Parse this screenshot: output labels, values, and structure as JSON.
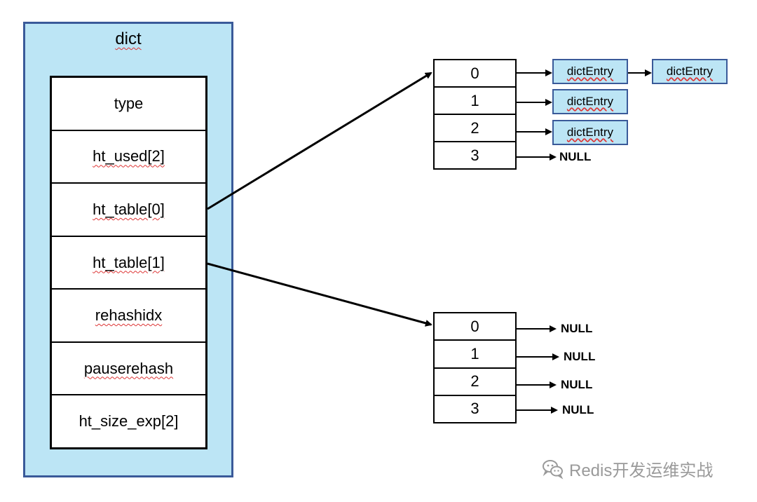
{
  "dict": {
    "title": "dict",
    "fields": [
      {
        "id": "type",
        "label": "type",
        "underline": false
      },
      {
        "id": "ht-used",
        "label": "ht_used[2]",
        "underline": true
      },
      {
        "id": "ht-table-0",
        "label": "ht_table[0]",
        "underline": true
      },
      {
        "id": "ht-table-1",
        "label": "ht_table[1]",
        "underline": true
      },
      {
        "id": "rehashidx",
        "label": "rehashidx",
        "underline": true
      },
      {
        "id": "pauserehash",
        "label": "pauserehash",
        "underline": true
      },
      {
        "id": "ht-size-exp",
        "label": "ht_size_exp[2]",
        "underline": false
      }
    ]
  },
  "ht_table_0": {
    "buckets": [
      "0",
      "1",
      "2",
      "3"
    ],
    "bucket0_entries": [
      "dictEntry",
      "dictEntry"
    ],
    "bucket1_entry": "dictEntry",
    "bucket2_entry": "dictEntry",
    "bucket3_target": "NULL"
  },
  "ht_table_1": {
    "buckets": [
      "0",
      "1",
      "2",
      "3"
    ],
    "targets": [
      "NULL",
      "NULL",
      "NULL",
      "NULL"
    ]
  },
  "watermark": {
    "text": "Redis开发运维实战",
    "icon": "wechat-icon"
  },
  "colors": {
    "dict_fill": "#bce5f5",
    "dict_border": "#3a5a99",
    "watermark": "#9a9a9a"
  }
}
